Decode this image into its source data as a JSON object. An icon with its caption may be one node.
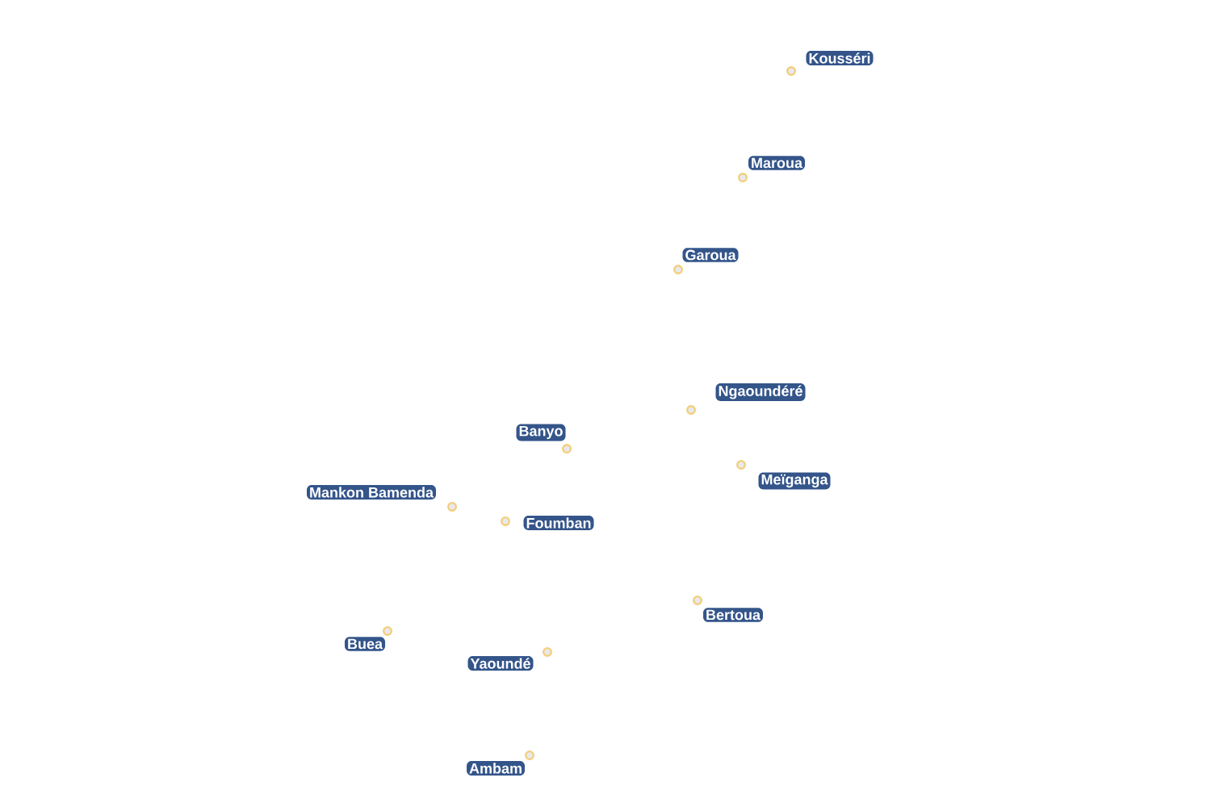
{
  "diagram": {
    "labels": [
      "Kousséri",
      "Maroua",
      "Garoua",
      "Ngaoundéré",
      "Banyo",
      "Meïganga",
      "Mankon Bamenda",
      "Foumban",
      "Bertoua",
      "Buea",
      "Yaoundé",
      "Ambam"
    ]
  }
}
